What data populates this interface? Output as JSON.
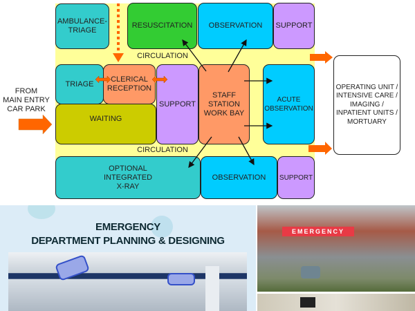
{
  "diagram": {
    "blocks": {
      "ambulance_triage": "AMBULANCE-\nTRIAGE",
      "resuscitation": "RESUSCITATION",
      "observation_top": "OBSERVATION",
      "support_top": "SUPPORT",
      "triage": "TRIAGE",
      "clerical_reception": "CLERICAL\nRECEPTION",
      "waiting": "WAITING",
      "support_mid": "SUPPORT",
      "staff_station": "STAFF\nSTATION\nWORK BAY",
      "acute_observation": "ACUTE\nOBSERVATION",
      "xray": "OPTIONAL\nINTEGRATED\nX-RAY",
      "observation_bottom": "OBSERVATION",
      "support_bottom": "SUPPORT",
      "external": "OPERATING UNIT /\nINTENSIVE CARE /\nIMAGING /\nINPATIENT UNITS /\nMORTUARY"
    },
    "circulation_top": "CIRCULATION",
    "circulation_bottom": "CIRCULATION",
    "entry_label": "FROM\nMAIN ENTRY\nCAR PARK",
    "colors": {
      "teal": "#33cccc",
      "green": "#33cc33",
      "cyan": "#00ccff",
      "purple": "#cc99ff",
      "orange": "#ff9966",
      "olive": "#cccc00",
      "yellow": "#ffff99",
      "arrow": "#ff6600"
    }
  },
  "banner": {
    "title_line1": "EMERGENCY",
    "title_line2": "DEPARTMENT PLANNING & DESIGNING",
    "sign": "EMERGENCY"
  }
}
